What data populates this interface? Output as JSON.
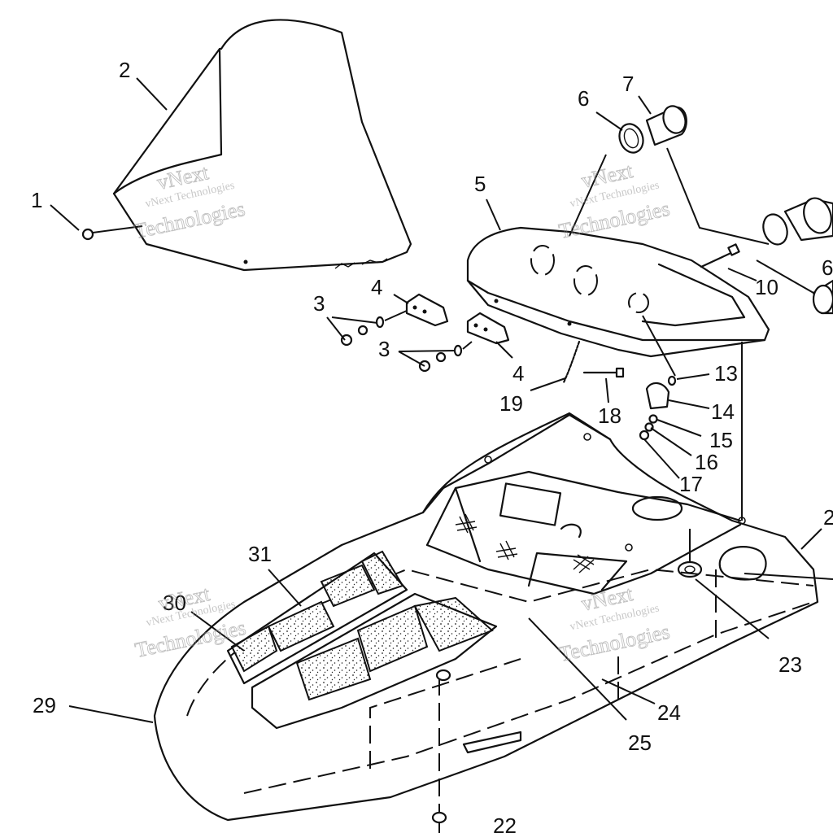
{
  "watermark": {
    "line1": "vNext",
    "line2": "Technologies",
    "small": "vNext Technologies"
  },
  "callouts": [
    "1",
    "2",
    "3",
    "3",
    "4",
    "4",
    "5",
    "6",
    "6",
    "7",
    "10",
    "13",
    "14",
    "15",
    "16",
    "17",
    "18",
    "19",
    "22",
    "23",
    "24",
    "25",
    "29",
    "30",
    "31",
    "2"
  ]
}
